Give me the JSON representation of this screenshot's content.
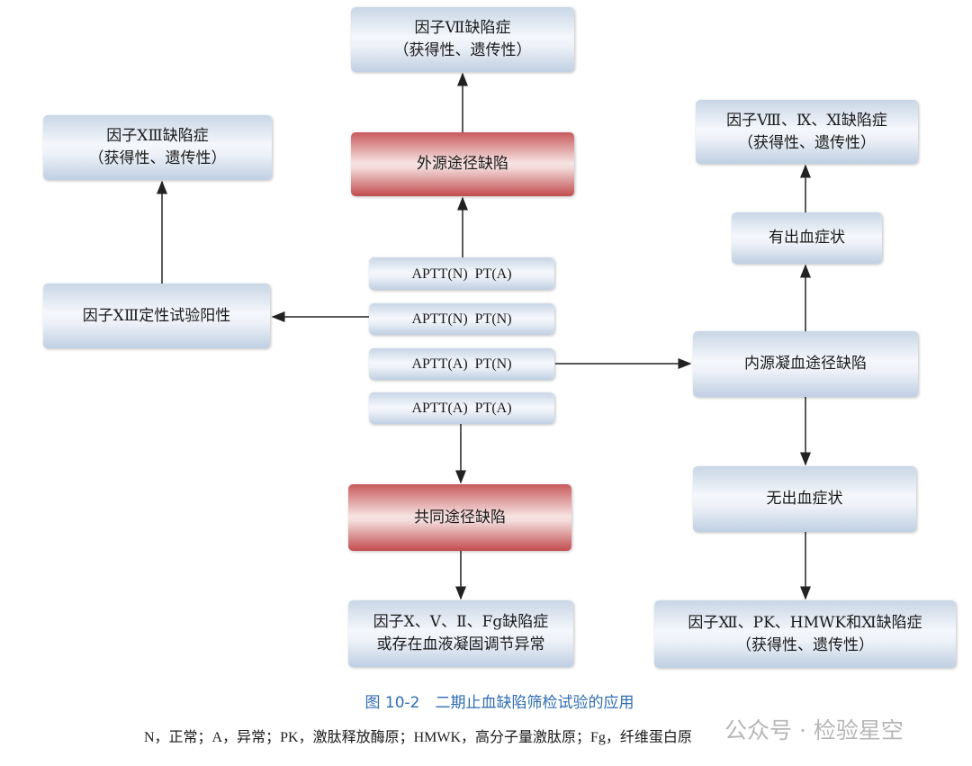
{
  "nodes": {
    "f7": {
      "line1": "因子Ⅶ缺陷症",
      "line2": "（获得性、遗传性）"
    },
    "extrinsic": {
      "line1": "外源途径缺陷"
    },
    "f13": {
      "line1": "因子ⅩⅢ缺陷症",
      "line2": "（获得性、遗传性）"
    },
    "f13_test": {
      "line1": "因子ⅩⅢ定性试验阳性"
    },
    "tests": [
      "APTT(N)  PT(A)",
      "APTT(N)  PT(N)",
      "APTT(A)  PT(N)",
      "APTT(A)  PT(A)"
    ],
    "f8_9_11": {
      "line1": "因子Ⅷ、Ⅸ、Ⅺ缺陷症",
      "line2": "（获得性、遗传性）"
    },
    "bleeding": {
      "line1": "有出血症状"
    },
    "intrinsic": {
      "line1": "内源凝血途径缺陷"
    },
    "no_bleeding": {
      "line1": "无出血症状"
    },
    "f12": {
      "line1": "因子Ⅻ、PK、HMWK和Ⅺ缺陷症",
      "line2": "（获得性、遗传性）"
    },
    "common": {
      "line1": "共同途径缺陷"
    },
    "f10": {
      "line1": "因子Ⅹ、Ⅴ、Ⅱ、Fg缺陷症",
      "line2": "或存在血液凝固调节异常"
    }
  },
  "caption": "图 10-2　二期止血缺陷筛检试验的应用",
  "footnote": "N，正常；A，异常；PK，激肽释放酶原；HMWK，高分子量激肽原；Fg，纤维蛋白原",
  "watermark": "公众号 · 检验星空",
  "colors": {
    "caption": "#2f6db3",
    "red_box": "#c85a5c",
    "blue_box": "#c9d6e6"
  }
}
